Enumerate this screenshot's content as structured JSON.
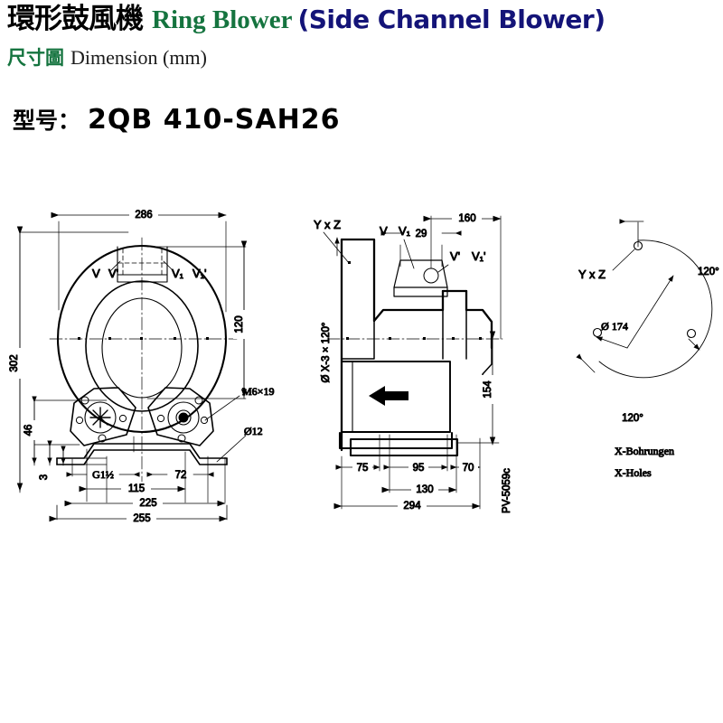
{
  "header": {
    "title_cjk": "環形鼓風機",
    "title_en_green": "Ring Blower",
    "title_en_blue": "(Side Channel Blower)",
    "subtitle_cjk": "尺寸圖",
    "subtitle_en": "Dimension (mm)",
    "model_label_cjk": "型号：",
    "model_number": "2QB 410-SAH26",
    "colors": {
      "green": "#15743f",
      "blue": "#141478",
      "black": "#000000"
    }
  },
  "front_view": {
    "name": "front-view",
    "dimensions": {
      "width_286": "286",
      "height_302": "302",
      "offset_120": "120",
      "foot_height_46": "46",
      "plate_thickness_3": "3",
      "port_thread": "G1½",
      "spacing_72": "72",
      "span_115": "115",
      "span_225": "225",
      "span_255": "255"
    },
    "callouts": {
      "bolt": "M6×19",
      "hole": "Ø12"
    },
    "port_labels": [
      "V",
      "V'",
      "V₁",
      "V₁'"
    ]
  },
  "side_view": {
    "name": "side-view",
    "dimensions": {
      "flange_29": "29",
      "offset_160": "160",
      "height_154": "154",
      "base_75": "75",
      "base_95": "95",
      "base_70": "70",
      "base_130": "130",
      "total_294": "294"
    },
    "labels": {
      "axis_yz": "Y x Z",
      "bolt_circle_note": "Ø X-3 × 120°",
      "drawing_code": "PV-5059c",
      "port_v": "V",
      "port_v1": "V₁",
      "port_vp": "V'",
      "port_v1p": "V₁'",
      "flow_arrow": "flow-direction-arrow"
    }
  },
  "hole_pattern": {
    "name": "hole-pattern-view",
    "labels": {
      "axis_yz": "Y x Z",
      "bolt_circle": "Ø 174",
      "angle_top": "120°",
      "angle_bottom": "120°",
      "note_de": "X-Bohrungen",
      "note_en": "X-Holes"
    }
  }
}
